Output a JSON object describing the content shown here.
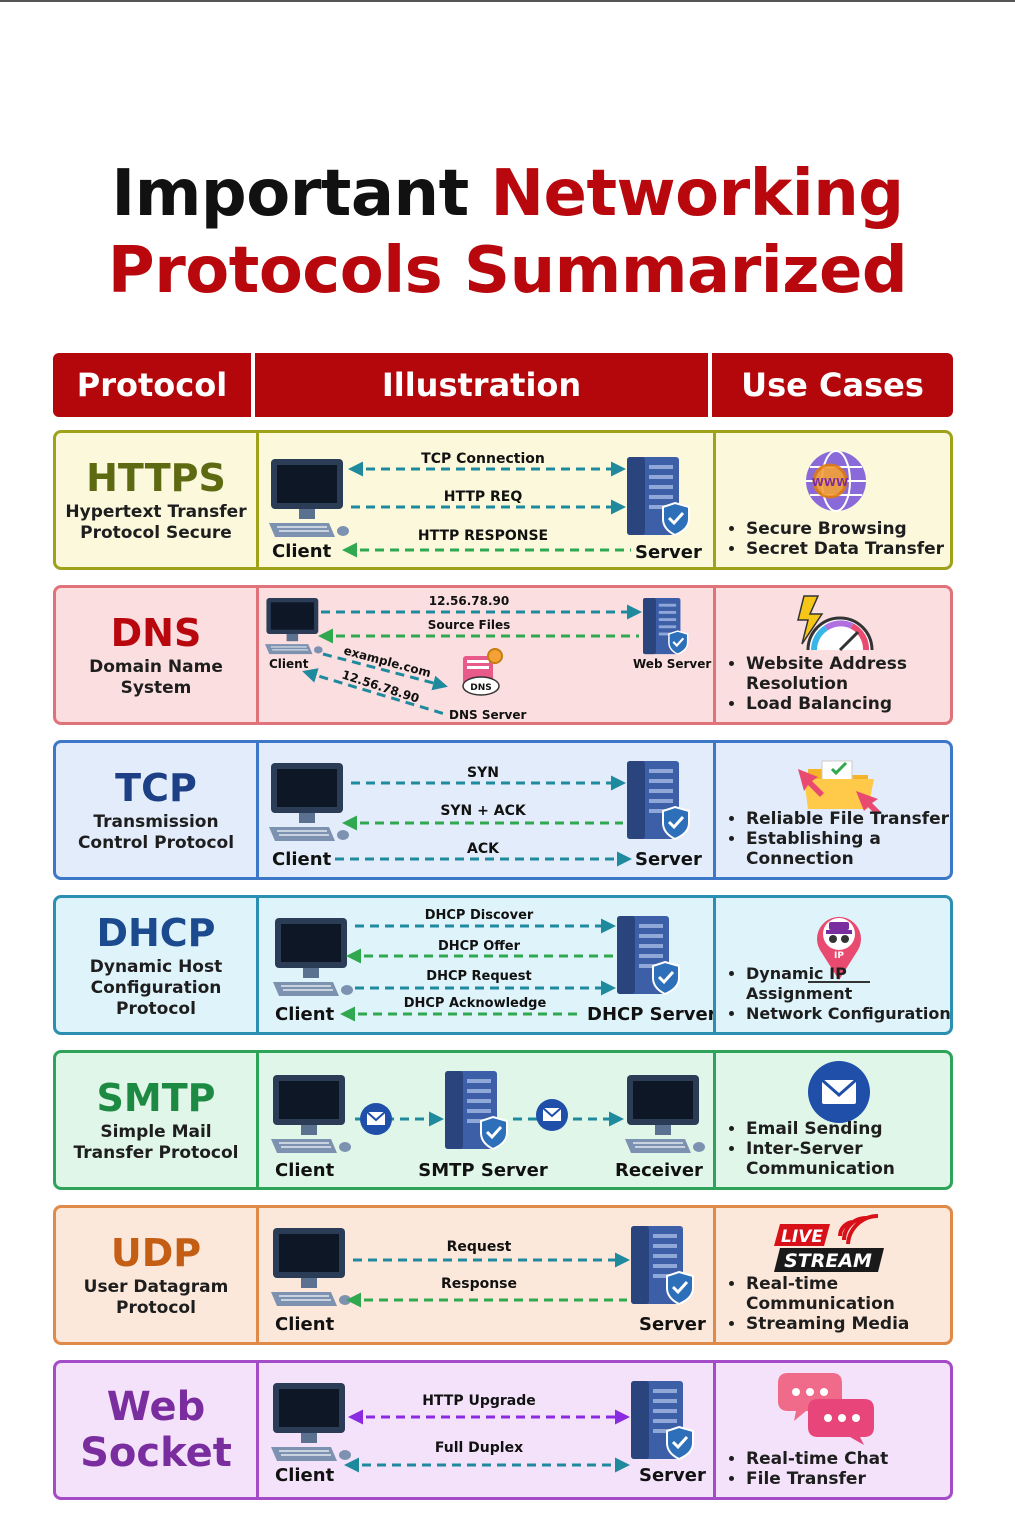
{
  "title": {
    "line1_black": "Important",
    "line1_red": "Networking",
    "line2": "Protocols Summarized"
  },
  "header": {
    "protocol": "Protocol",
    "illustration": "Illustration",
    "use_cases": "Use Cases"
  },
  "colors": {
    "header_red": "#b3070c",
    "arrow_teal": "#1f8a9e",
    "arrow_green": "#2fa84f",
    "arrow_purple": "#8a2be2"
  },
  "rows": [
    {
      "name": "HTTPS",
      "full": [
        "Hypertext Transfer",
        "Protocol Secure"
      ],
      "use_icon": "www-globe-icon",
      "uses": [
        "Secure Browsing",
        "Secret Data Transfer"
      ],
      "illus": {
        "client": "Client",
        "server": "Server",
        "arrows": [
          "TCP Connection",
          "HTTP REQ",
          "HTTP RESPONSE"
        ]
      }
    },
    {
      "name": "DNS",
      "full": [
        "Domain Name",
        "System"
      ],
      "use_icon": "speedometer-icon",
      "uses": [
        "Website Address",
        "Resolution",
        "Load Balancing"
      ],
      "illus": {
        "client": "Client",
        "server": "Web Server",
        "dns": "DNS Server",
        "arrows": [
          "12.56.78.90",
          "Source Files",
          "example.com",
          "12.56.78.90"
        ]
      }
    },
    {
      "name": "TCP",
      "full": [
        "Transmission",
        "Control Protocol"
      ],
      "use_icon": "folder-icon",
      "uses": [
        "Reliable File Transfer",
        "Establishing a",
        "Connection"
      ],
      "illus": {
        "client": "Client",
        "server": "Server",
        "arrows": [
          "SYN",
          "SYN + ACK",
          "ACK"
        ]
      }
    },
    {
      "name": "DHCP",
      "full": [
        "Dynamic Host",
        "Configuration",
        "Protocol"
      ],
      "use_icon": "ip-location-pin-icon",
      "uses": [
        "Dynamic IP Assignment",
        "Network Configuration"
      ],
      "illus": {
        "client": "Client",
        "server": "DHCP Server",
        "arrows": [
          "DHCP Discover",
          "DHCP Offer",
          "DHCP Request",
          "DHCP Acknowledge"
        ]
      }
    },
    {
      "name": "SMTP",
      "full": [
        "Simple Mail",
        "Transfer Protocol"
      ],
      "use_icon": "envelope-icon",
      "uses": [
        "Email Sending",
        "Inter-Server",
        "Communication"
      ],
      "illus": {
        "client": "Client",
        "server": "SMTP Server",
        "receiver": "Receiver"
      }
    },
    {
      "name": "UDP",
      "full": [
        "User Datagram",
        "Protocol"
      ],
      "use_icon": "live-stream-icon",
      "live": "LIVE",
      "stream": "STREAM",
      "uses": [
        "Real-time",
        "Communication",
        "Streaming Media"
      ],
      "illus": {
        "client": "Client",
        "server": "Server",
        "arrows": [
          "Request",
          "Response"
        ]
      }
    },
    {
      "name": "Web Socket",
      "name_lines": [
        "Web",
        "Socket"
      ],
      "full": [],
      "use_icon": "chat-bubbles-icon",
      "uses": [
        "Real-time Chat",
        "File Transfer"
      ],
      "illus": {
        "client": "Client",
        "server": "Server",
        "arrows": [
          "HTTP Upgrade",
          "Full Duplex"
        ]
      }
    }
  ]
}
